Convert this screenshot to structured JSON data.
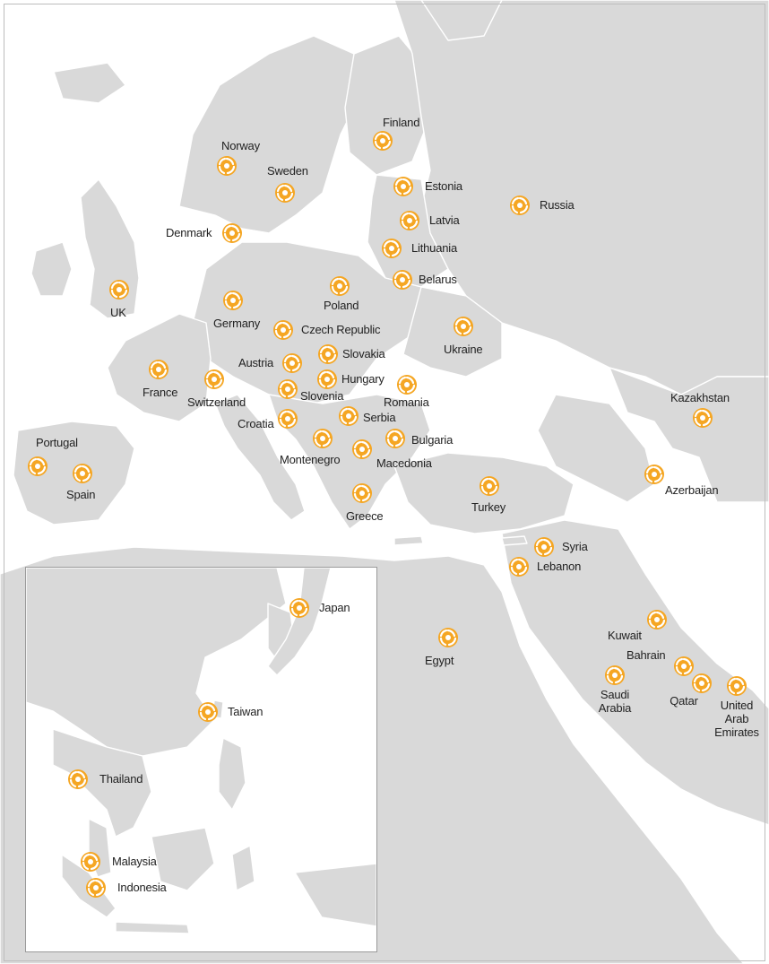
{
  "colors": {
    "land": "#d9d9d9",
    "water": "#ffffff",
    "border": "#ffffff",
    "marker": "#f5a623",
    "marker_swirl": "#ffffff",
    "inset_border": "#9a9a9a",
    "label": "#222222"
  },
  "marker_icon": "orange-swirl-icon",
  "countries": [
    {
      "id": "finland",
      "label": "Finland"
    },
    {
      "id": "norway",
      "label": "Norway"
    },
    {
      "id": "sweden",
      "label": "Sweden"
    },
    {
      "id": "estonia",
      "label": "Estonia"
    },
    {
      "id": "russia",
      "label": "Russia"
    },
    {
      "id": "denmark",
      "label": "Denmark"
    },
    {
      "id": "latvia",
      "label": "Latvia"
    },
    {
      "id": "lithuania",
      "label": "Lithuania"
    },
    {
      "id": "belarus",
      "label": "Belarus"
    },
    {
      "id": "uk",
      "label": "UK"
    },
    {
      "id": "poland",
      "label": "Poland"
    },
    {
      "id": "germany",
      "label": "Germany"
    },
    {
      "id": "czech-republic",
      "label": "Czech Republic"
    },
    {
      "id": "ukraine",
      "label": "Ukraine"
    },
    {
      "id": "slovakia",
      "label": "Slovakia"
    },
    {
      "id": "austria",
      "label": "Austria"
    },
    {
      "id": "france",
      "label": "France"
    },
    {
      "id": "hungary",
      "label": "Hungary"
    },
    {
      "id": "switzerland",
      "label": "Switzerland"
    },
    {
      "id": "slovenia",
      "label": "Slovenia"
    },
    {
      "id": "romania",
      "label": "Romania"
    },
    {
      "id": "serbia",
      "label": "Serbia"
    },
    {
      "id": "croatia",
      "label": "Croatia"
    },
    {
      "id": "kazakhstan",
      "label": "Kazakhstan"
    },
    {
      "id": "portugal",
      "label": "Portugal"
    },
    {
      "id": "bulgaria",
      "label": "Bulgaria"
    },
    {
      "id": "montenegro",
      "label": "Montenegro"
    },
    {
      "id": "macedonia",
      "label": "Macedonia"
    },
    {
      "id": "spain",
      "label": "Spain"
    },
    {
      "id": "azerbaijan",
      "label": "Azerbaijan"
    },
    {
      "id": "turkey",
      "label": "Turkey"
    },
    {
      "id": "greece",
      "label": "Greece"
    },
    {
      "id": "syria",
      "label": "Syria"
    },
    {
      "id": "lebanon",
      "label": "Lebanon"
    },
    {
      "id": "japan",
      "label": "Japan"
    },
    {
      "id": "kuwait",
      "label": "Kuwait"
    },
    {
      "id": "egypt",
      "label": "Egypt"
    },
    {
      "id": "bahrain",
      "label": "Bahrain"
    },
    {
      "id": "saudi-arabia",
      "label": "Saudi\nArabia"
    },
    {
      "id": "qatar",
      "label": "Qatar"
    },
    {
      "id": "uae",
      "label": "United\nArab\nEmirates"
    },
    {
      "id": "taiwan",
      "label": "Taiwan"
    },
    {
      "id": "thailand",
      "label": "Thailand"
    },
    {
      "id": "malaysia",
      "label": "Malaysia"
    },
    {
      "id": "indonesia",
      "label": "Indonesia"
    }
  ]
}
